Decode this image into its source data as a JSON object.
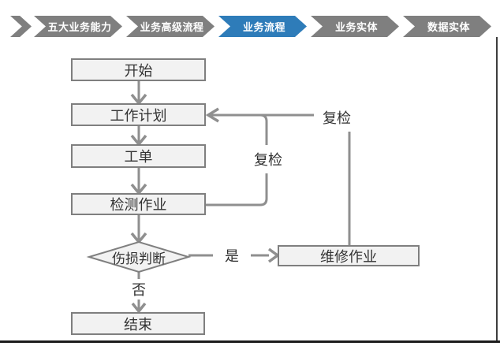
{
  "breadcrumb": {
    "items": [
      {
        "label": "五大业务能力",
        "active": false
      },
      {
        "label": "业务高级流程",
        "active": false
      },
      {
        "label": "业务流程",
        "active": true
      },
      {
        "label": "业务实体",
        "active": false
      },
      {
        "label": "数据实体",
        "active": false
      }
    ]
  },
  "flowchart": {
    "nodes": {
      "start": {
        "label": "开始",
        "type": "process"
      },
      "plan": {
        "label": "工作计划",
        "type": "process"
      },
      "order": {
        "label": "工单",
        "type": "process"
      },
      "inspect": {
        "label": "检测作业",
        "type": "process"
      },
      "decision": {
        "label": "伤损判断",
        "type": "decision"
      },
      "repair": {
        "label": "维修作业",
        "type": "process"
      },
      "end": {
        "label": "结束",
        "type": "process"
      }
    },
    "edge_labels": {
      "yes": "是",
      "no": "否",
      "recheck_inner": "复检",
      "recheck_outer": "复检"
    },
    "edges": [
      {
        "from": "start",
        "to": "plan",
        "label": ""
      },
      {
        "from": "plan",
        "to": "order",
        "label": ""
      },
      {
        "from": "order",
        "to": "inspect",
        "label": ""
      },
      {
        "from": "inspect",
        "to": "decision",
        "label": ""
      },
      {
        "from": "decision",
        "to": "repair",
        "label": "是"
      },
      {
        "from": "decision",
        "to": "end",
        "label": "否"
      },
      {
        "from": "inspect",
        "to": "plan",
        "label": "复检"
      },
      {
        "from": "repair",
        "to": "plan",
        "label": "复检"
      }
    ]
  },
  "colors": {
    "accent_blue": "#2E7CB9",
    "step_gray": "#7F7F7F",
    "box_fill": "#F2F2F2",
    "box_border": "#7F7F7F",
    "connector": "#8F8F8F",
    "frame_line": "#1C1C1C"
  }
}
